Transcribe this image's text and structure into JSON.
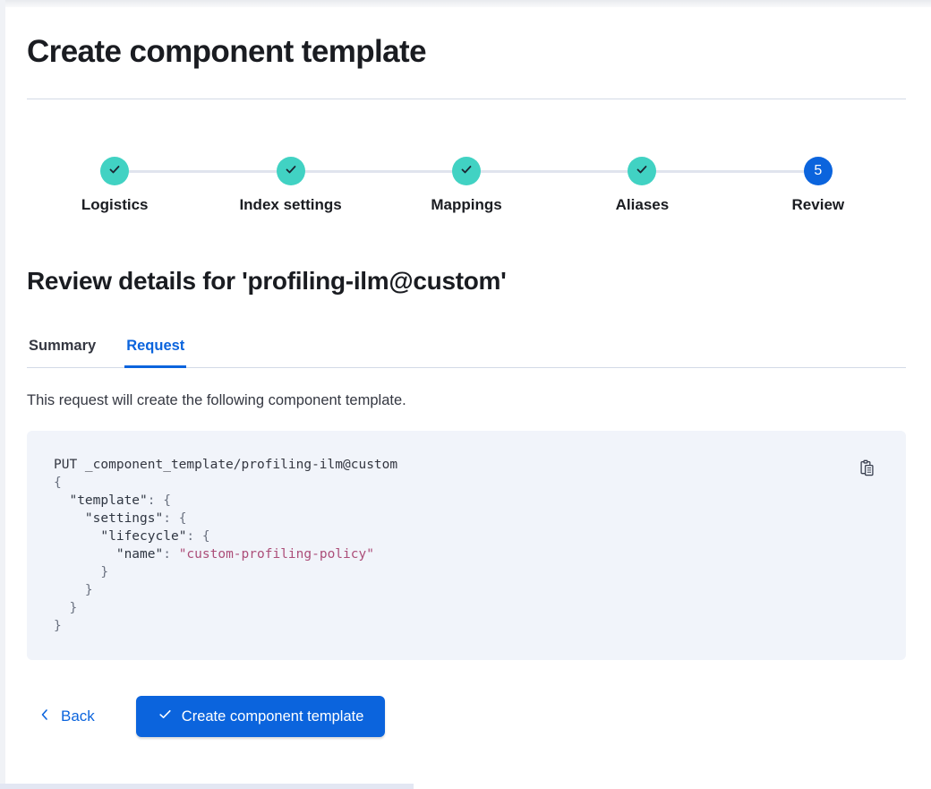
{
  "page": {
    "title": "Create component template"
  },
  "stepper": {
    "steps": [
      {
        "label": "Logistics",
        "status": "complete"
      },
      {
        "label": "Index settings",
        "status": "complete"
      },
      {
        "label": "Mappings",
        "status": "complete"
      },
      {
        "label": "Aliases",
        "status": "complete"
      },
      {
        "label": "Review",
        "status": "current",
        "number": "5"
      }
    ]
  },
  "review": {
    "heading": "Review details for 'profiling-ilm@custom'",
    "tabs": [
      {
        "label": "Summary",
        "selected": false
      },
      {
        "label": "Request",
        "selected": true
      }
    ],
    "description": "This request will create the following component template."
  },
  "code_block": {
    "lines": [
      [
        [
          "plain",
          "PUT _component_template/profiling-ilm@custom"
        ]
      ],
      [
        [
          "punct",
          "{"
        ]
      ],
      [
        [
          "plain",
          "  "
        ],
        [
          "key",
          "\"template\""
        ],
        [
          "punct",
          ": {"
        ]
      ],
      [
        [
          "plain",
          "    "
        ],
        [
          "key",
          "\"settings\""
        ],
        [
          "punct",
          ": {"
        ]
      ],
      [
        [
          "plain",
          "      "
        ],
        [
          "key",
          "\"lifecycle\""
        ],
        [
          "punct",
          ": {"
        ]
      ],
      [
        [
          "plain",
          "        "
        ],
        [
          "key",
          "\"name\""
        ],
        [
          "punct",
          ": "
        ],
        [
          "string",
          "\"custom-profiling-policy\""
        ]
      ],
      [
        [
          "punct",
          "      }"
        ]
      ],
      [
        [
          "punct",
          "    }"
        ]
      ],
      [
        [
          "punct",
          "  }"
        ]
      ],
      [
        [
          "punct",
          "}"
        ]
      ]
    ]
  },
  "footer": {
    "back_label": "Back",
    "create_button_label": "Create component template"
  },
  "icons": {
    "step_complete": "check-icon",
    "copy": "copy-clipboard-icon",
    "back": "chevron-left-icon",
    "create_button": "check-icon"
  },
  "colors": {
    "primary_blue": "#0b64dd",
    "success_teal": "#41d2c3",
    "code_background": "#f1f4fa",
    "code_string_token": "#ac4e79",
    "divider": "#d3dae6",
    "heading_text": "#1a1c21",
    "body_text": "#343741"
  }
}
